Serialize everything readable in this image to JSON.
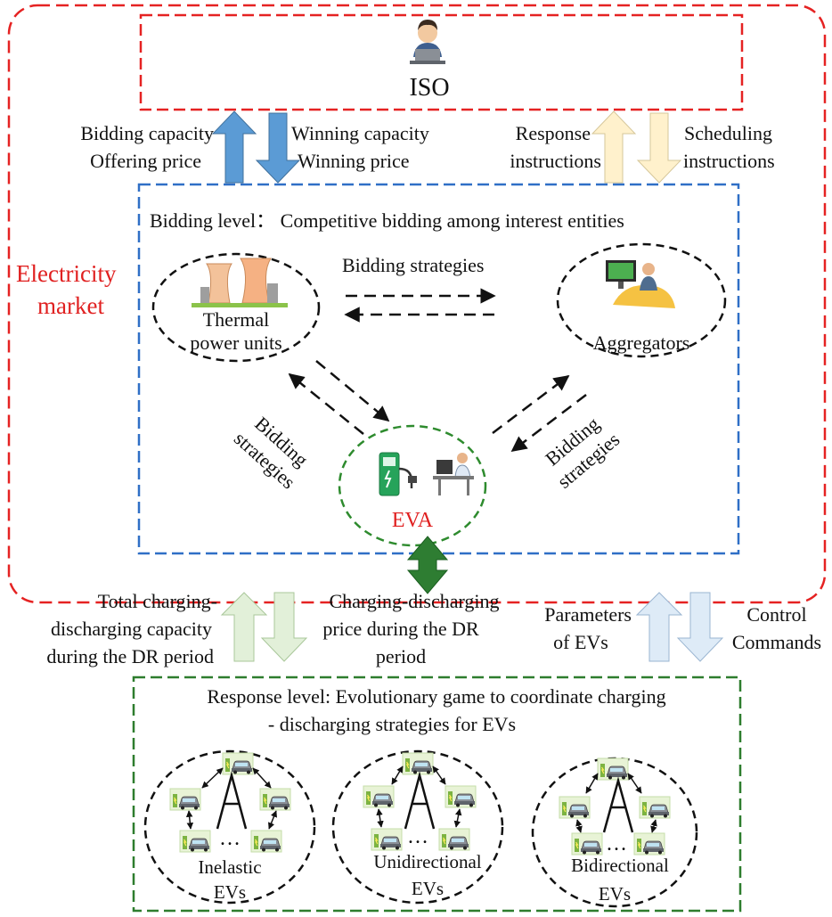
{
  "colors": {
    "market_border": "#e52222",
    "bidding_border": "#2f6fc6",
    "response_border": "#2e7d2e",
    "eva_border": "#2e8b2e",
    "eva_text": "#e02020",
    "market_text": "#e02020",
    "blue_arrow": "#5b9bd5",
    "cream_arrow": "#fff1cc",
    "green_dark_arrow": "#2e7d32",
    "green_light_arrow": "#e2f0d9",
    "lightblue_arrow": "#deebf7"
  },
  "iso": {
    "label": "ISO"
  },
  "market": {
    "label_line1": "Electricity",
    "label_line2": "market"
  },
  "iso_flow": {
    "left_label_1": "Bidding capacity",
    "left_label_2": "Offering price",
    "mid_label_1": "Winning capacity",
    "mid_label_2": "Winning price",
    "right_label_1": "Response",
    "right_label_2": "instructions",
    "far_label_1": "Scheduling",
    "far_label_2": "instructions"
  },
  "bidding_level": {
    "title": "Bidding level： Competitive bidding among interest entities",
    "top_strategies": "Bidding strategies",
    "left_strategies_1": "Bidding",
    "left_strategies_2": "strategies",
    "right_strategies_1": "Bidding",
    "right_strategies_2": "strategies",
    "thermal_1": "Thermal",
    "thermal_2": "power units",
    "aggregators": "Aggregators",
    "eva": "EVA"
  },
  "lower_flow": {
    "left_label_1": "Total charging-",
    "left_label_2": "discharging capacity",
    "left_label_3": "during the DR period",
    "mid_label_1": "Charging-discharging",
    "mid_label_2": "price during the DR",
    "mid_label_3": "period",
    "right_label_1": "Parameters",
    "right_label_2": "of EVs",
    "far_label_1": "Control",
    "far_label_2": "Commands"
  },
  "response_level": {
    "title_1": "Response level: Evolutionary game to coordinate charging",
    "title_2": "- discharging strategies for EVs",
    "groups": [
      {
        "line1": "Inelastic",
        "line2": "EVs"
      },
      {
        "line1": "Unidirectional",
        "line2": "EVs"
      },
      {
        "line1": "Bidirectional",
        "line2": "EVs"
      }
    ]
  }
}
